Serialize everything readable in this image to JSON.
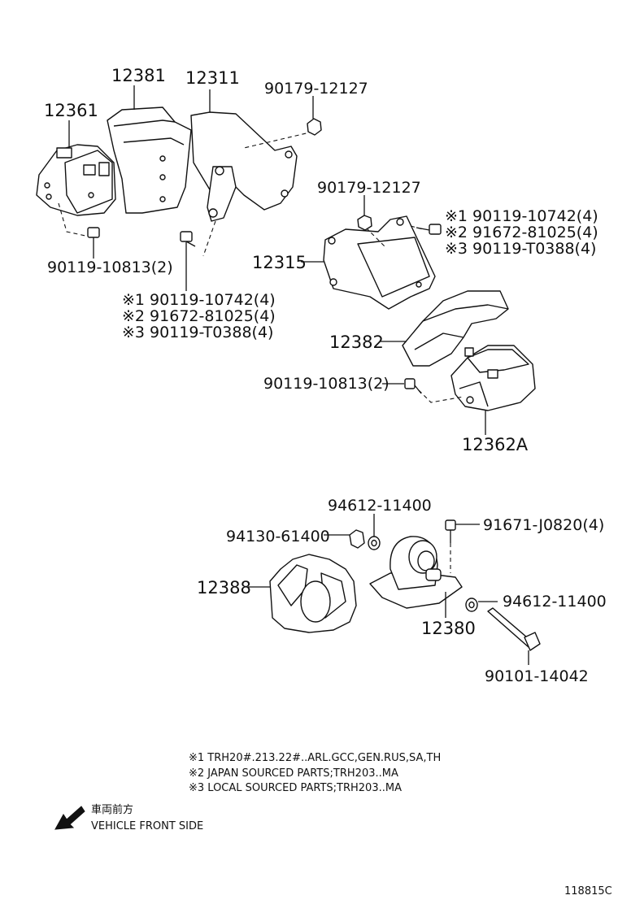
{
  "parts": {
    "p12381": "12381",
    "p12311": "12311",
    "p12361": "12361",
    "nut_upper_left": "90179-12127",
    "bolt_left_2": "90119-10813(2)",
    "bolt_left_set": [
      "※1 90119-10742(4)",
      "※2 91672-81025(4)",
      "※3 90119-T0388(4)"
    ],
    "nut_upper_right": "90179-12127",
    "bolt_right_set": [
      "※1 90119-10742(4)",
      "※2 91672-81025(4)",
      "※3 90119-T0388(4)"
    ],
    "p12315": "12315",
    "p12382": "12382",
    "bolt_right_2": "90119-10813(2)",
    "p12362A": "12362A",
    "washer_top": "94612-11400",
    "nut_lower": "94130-61400",
    "bolt_lower": "91671-J0820(4)",
    "p12388": "12388",
    "washer_right": "94612-11400",
    "p12380": "12380",
    "long_bolt": "90101-14042"
  },
  "notes": [
    "※1 TRH20#.213.22#..ARL.GCC,GEN.RUS,SA,TH",
    "※2 JAPAN SOURCED PARTS;TRH203..MA",
    "※3 LOCAL SOURCED PARTS;TRH203..MA"
  ],
  "direction": {
    "line1": "車両前方",
    "line2": "VEHICLE FRONT SIDE"
  },
  "figure_code": "118815C"
}
